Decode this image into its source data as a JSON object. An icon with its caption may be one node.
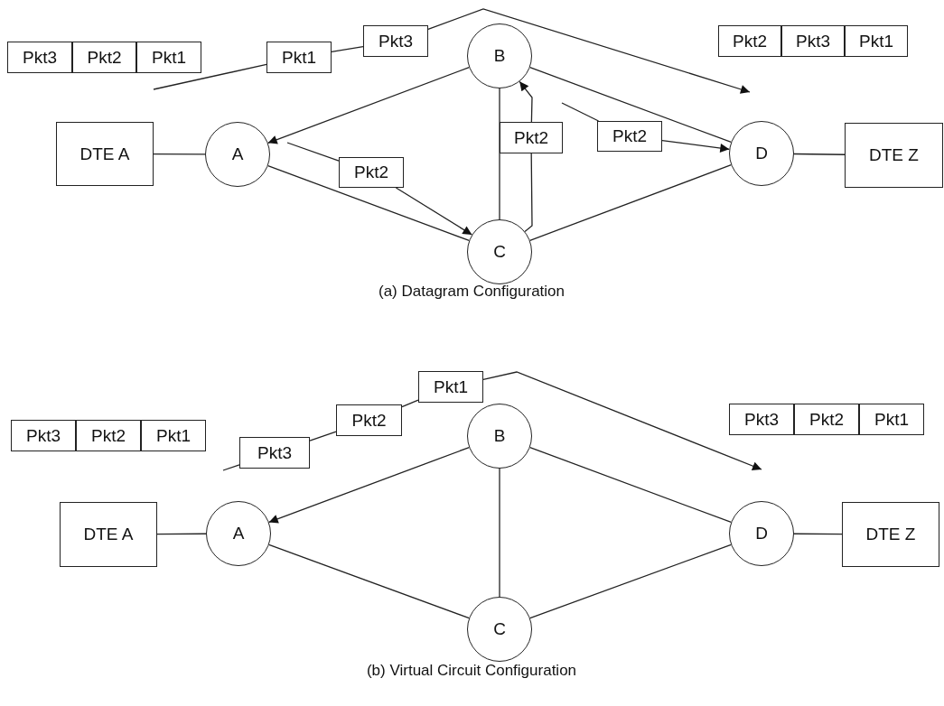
{
  "diagram": {
    "nodes": [
      {
        "text": [
          "Pkt3"
        ]
      },
      {
        "text": [
          "Pkt2"
        ]
      },
      {
        "text": [
          "Pkt1"
        ]
      },
      {
        "text": [
          "Pkt1"
        ]
      },
      {
        "text": [
          "Pkt3"
        ]
      },
      {
        "text": [
          "B"
        ]
      },
      {
        "text": [
          "Pkt2"
        ]
      },
      {
        "text": [
          "Pkt3"
        ]
      },
      {
        "text": [
          "Pkt1"
        ]
      },
      {
        "text": [
          "DTE A"
        ]
      },
      {
        "text": [
          "A"
        ]
      },
      {
        "text": [
          "Pkt2"
        ]
      },
      {
        "text": [
          "Pkt2"
        ]
      },
      {
        "text": [
          "D"
        ]
      },
      {
        "text": [
          "DTE Z"
        ]
      },
      {
        "text": [
          "Pkt2"
        ]
      },
      {
        "text": [
          "C"
        ]
      },
      {
        "text": [
          "Pkt3"
        ]
      },
      {
        "text": [
          "Pkt2"
        ]
      },
      {
        "text": [
          "Pkt1"
        ]
      },
      {
        "text": [
          "Pkt1"
        ]
      },
      {
        "text": [
          "Pkt2"
        ]
      },
      {
        "text": [
          "Pkt3"
        ]
      },
      {
        "text": [
          "B"
        ]
      },
      {
        "text": [
          "Pkt3"
        ]
      },
      {
        "text": [
          "Pkt2"
        ]
      },
      {
        "text": [
          "Pkt1"
        ]
      },
      {
        "text": [
          "DTE A"
        ]
      },
      {
        "text": [
          "A"
        ]
      },
      {
        "text": [
          "D"
        ]
      },
      {
        "text": [
          "DTE Z"
        ]
      },
      {
        "text": [
          "C"
        ]
      }
    ],
    "edges": [
      {
        "from": 9,
        "to": 10,
        "arrow": "none"
      },
      {
        "from": 5,
        "to": 10,
        "arrow": "to"
      },
      {
        "from": 10,
        "to": 16,
        "arrow": "none"
      },
      {
        "from": 5,
        "to": 16,
        "arrow": "none"
      },
      {
        "from": 5,
        "to": 13,
        "arrow": "none"
      },
      {
        "from": 16,
        "to": 13,
        "arrow": "none"
      },
      {
        "from": 13,
        "to": 14,
        "arrow": "none"
      },
      {
        "from": null,
        "to": 3,
        "arrow": "none"
      },
      {
        "from": 3,
        "to": 4,
        "arrow": "none"
      },
      {
        "from": 4,
        "to": null,
        "arrow": "to"
      },
      {
        "from": null,
        "to": 15,
        "arrow": "none"
      },
      {
        "from": 15,
        "to": 16,
        "arrow": "to"
      },
      {
        "from": 16,
        "to": 12,
        "arrow": "none"
      },
      {
        "from": 12,
        "to": 5,
        "arrow": "to"
      },
      {
        "from": null,
        "to": 11,
        "arrow": "none"
      },
      {
        "from": 11,
        "to": 13,
        "arrow": "to"
      },
      {
        "from": 27,
        "to": 28,
        "arrow": "none"
      },
      {
        "from": 23,
        "to": 28,
        "arrow": "to"
      },
      {
        "from": 28,
        "to": 31,
        "arrow": "none"
      },
      {
        "from": 23,
        "to": 31,
        "arrow": "none"
      },
      {
        "from": 23,
        "to": 29,
        "arrow": "none"
      },
      {
        "from": 31,
        "to": 29,
        "arrow": "none"
      },
      {
        "from": 29,
        "to": 30,
        "arrow": "none"
      },
      {
        "from": null,
        "to": 22,
        "arrow": "none"
      },
      {
        "from": 22,
        "to": 21,
        "arrow": "none"
      },
      {
        "from": 21,
        "to": 20,
        "arrow": "none"
      },
      {
        "from": 20,
        "to": null,
        "arrow": "to"
      }
    ],
    "labels": [
      "(a) Datagram Configuration",
      "(b) Virtual Circuit Configuration"
    ]
  }
}
